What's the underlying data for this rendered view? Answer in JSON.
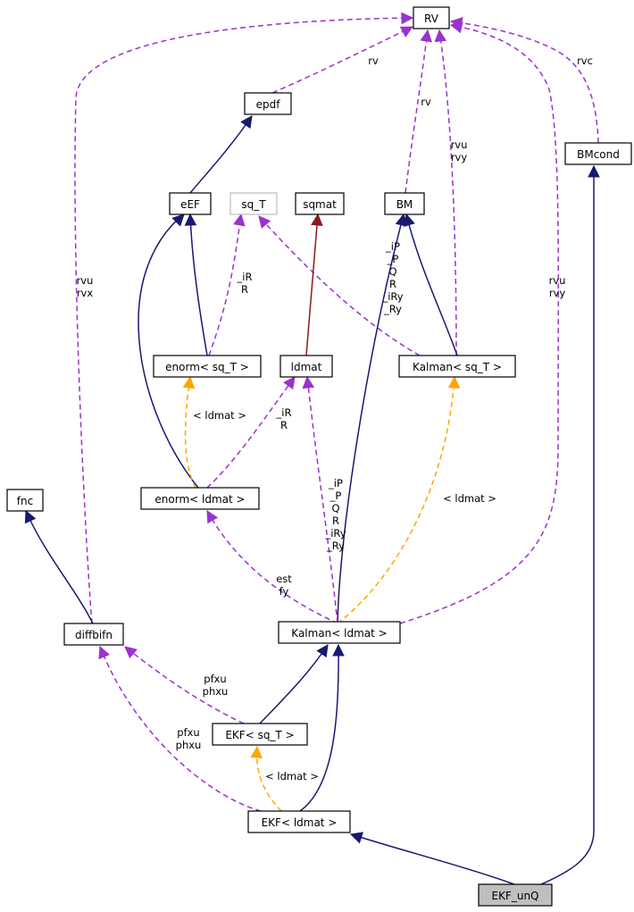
{
  "colors": {
    "inherit": "#191970",
    "usage": "#9a32cd",
    "template": "#ffa500",
    "sqmat_inherit": "#8b1a1a",
    "highlight_fill": "#bfbfbf",
    "gray_border": "#bfbfbf"
  },
  "nodes": [
    {
      "id": "RV",
      "label": "RV"
    },
    {
      "id": "epdf",
      "label": "epdf"
    },
    {
      "id": "BMcond",
      "label": "BMcond"
    },
    {
      "id": "eEF",
      "label": "eEF"
    },
    {
      "id": "sq_T",
      "label": "sq_T",
      "style": "gray"
    },
    {
      "id": "sqmat",
      "label": "sqmat"
    },
    {
      "id": "BM",
      "label": "BM"
    },
    {
      "id": "enorm_sqT",
      "label": "enorm< sq_T >"
    },
    {
      "id": "ldmat",
      "label": "ldmat"
    },
    {
      "id": "kalman_sqT",
      "label": "Kalman< sq_T >"
    },
    {
      "id": "fnc",
      "label": "fnc"
    },
    {
      "id": "enorm_ldmat",
      "label": "enorm< ldmat >"
    },
    {
      "id": "diffbifn",
      "label": "diffbifn"
    },
    {
      "id": "kalman_ldmat",
      "label": "Kalman< ldmat >"
    },
    {
      "id": "ekf_sqT",
      "label": "EKF< sq_T >"
    },
    {
      "id": "ekf_ldmat",
      "label": "EKF< ldmat >"
    },
    {
      "id": "ekf_unQ",
      "label": "EKF_unQ",
      "style": "highlight"
    }
  ],
  "edges": [
    {
      "id": "e1",
      "from": "epdf",
      "to": "RV",
      "kind": "usage",
      "labels": [
        "rv"
      ]
    },
    {
      "id": "e2",
      "from": "BM",
      "to": "RV",
      "kind": "usage",
      "labels": [
        "rv"
      ]
    },
    {
      "id": "e3",
      "from": "kalman_sqT",
      "to": "RV",
      "kind": "usage",
      "labels": [
        "rvu",
        "rvy"
      ]
    },
    {
      "id": "e4",
      "from": "BMcond",
      "to": "RV",
      "kind": "usage",
      "labels": [
        "rvc"
      ]
    },
    {
      "id": "e5",
      "from": "diffbifn",
      "to": "RV",
      "kind": "usage",
      "labels": [
        "rvu",
        "rvx"
      ]
    },
    {
      "id": "e6",
      "from": "kalman_ldmat",
      "to": "RV",
      "kind": "usage",
      "labels": [
        "rvu",
        "rvy"
      ]
    },
    {
      "id": "e7",
      "from": "eEF",
      "to": "epdf",
      "kind": "inherit",
      "labels": []
    },
    {
      "id": "e8",
      "from": "enorm_sqT",
      "to": "eEF",
      "kind": "inherit",
      "labels": []
    },
    {
      "id": "e9",
      "from": "enorm_ldmat",
      "to": "eEF",
      "kind": "inherit",
      "labels": []
    },
    {
      "id": "e10",
      "from": "enorm_sqT",
      "to": "sq_T",
      "kind": "usage",
      "labels": [
        "_iR",
        "R"
      ]
    },
    {
      "id": "e11",
      "from": "kalman_sqT",
      "to": "sq_T",
      "kind": "usage",
      "labels": [
        "_iP",
        "_P",
        "Q",
        "R",
        "_iRy",
        "_Ry"
      ]
    },
    {
      "id": "e12",
      "from": "ldmat",
      "to": "sqmat",
      "kind": "sqmat_inherit",
      "labels": []
    },
    {
      "id": "e13",
      "from": "kalman_sqT",
      "to": "BM",
      "kind": "inherit",
      "labels": []
    },
    {
      "id": "e14",
      "from": "kalman_ldmat",
      "to": "BM",
      "kind": "inherit",
      "labels": []
    },
    {
      "id": "e15",
      "from": "enorm_ldmat",
      "to": "enorm_sqT",
      "kind": "template",
      "labels": [
        "< ldmat >"
      ]
    },
    {
      "id": "e16",
      "from": "enorm_ldmat",
      "to": "ldmat",
      "kind": "usage",
      "labels": [
        "_iR",
        "R"
      ]
    },
    {
      "id": "e17",
      "from": "kalman_ldmat",
      "to": "ldmat",
      "kind": "usage",
      "labels": [
        "_iP",
        "_P",
        "Q",
        "R",
        "_iRy",
        "_Ry"
      ]
    },
    {
      "id": "e18",
      "from": "kalman_ldmat",
      "to": "kalman_sqT",
      "kind": "template",
      "labels": [
        "< ldmat >"
      ]
    },
    {
      "id": "e19",
      "from": "kalman_ldmat",
      "to": "enorm_ldmat",
      "kind": "usage",
      "labels": [
        "est",
        "fy"
      ]
    },
    {
      "id": "e20",
      "from": "diffbifn",
      "to": "fnc",
      "kind": "inherit",
      "labels": []
    },
    {
      "id": "e21",
      "from": "ekf_sqT",
      "to": "diffbifn",
      "kind": "usage",
      "labels": [
        "pfxu",
        "phxu"
      ]
    },
    {
      "id": "e22",
      "from": "ekf_ldmat",
      "to": "diffbifn",
      "kind": "usage",
      "labels": [
        "pfxu",
        "phxu"
      ]
    },
    {
      "id": "e23",
      "from": "ekf_sqT",
      "to": "kalman_ldmat",
      "kind": "inherit",
      "labels": []
    },
    {
      "id": "e24",
      "from": "ekf_ldmat",
      "to": "kalman_ldmat",
      "kind": "inherit",
      "labels": []
    },
    {
      "id": "e25",
      "from": "ekf_ldmat",
      "to": "ekf_sqT",
      "kind": "template",
      "labels": [
        "< ldmat >"
      ]
    },
    {
      "id": "e26",
      "from": "ekf_unQ",
      "to": "ekf_ldmat",
      "kind": "inherit",
      "labels": []
    },
    {
      "id": "e27",
      "from": "ekf_unQ",
      "to": "BMcond",
      "kind": "inherit",
      "labels": []
    }
  ]
}
